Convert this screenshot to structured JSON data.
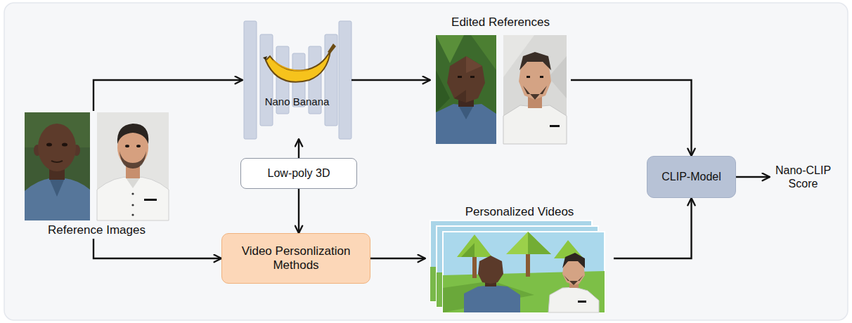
{
  "diagram": {
    "nodes": [
      {
        "text": [
          "Reference Images"
        ]
      },
      {
        "text": [
          "Nano Banana"
        ]
      },
      {
        "text": [
          "Edited References"
        ]
      },
      {
        "text": [
          "Low-poly 3D"
        ]
      },
      {
        "text": [
          "Video Personlization Methods"
        ]
      },
      {
        "text": [
          "Personalized Videos"
        ]
      },
      {
        "text": [
          "CLIP-Model"
        ]
      },
      {
        "text": [
          "Nano-CLIP Score"
        ]
      }
    ],
    "edges": [
      {
        "from": 0,
        "to": 1,
        "arrow": "to"
      },
      {
        "from": 0,
        "to": 4,
        "arrow": "to"
      },
      {
        "from": 3,
        "to": 1,
        "arrow": "to"
      },
      {
        "from": 3,
        "to": 4,
        "arrow": "to"
      },
      {
        "from": 1,
        "to": 2,
        "arrow": "to"
      },
      {
        "from": 4,
        "to": 5,
        "arrow": "to"
      },
      {
        "from": 2,
        "to": 6,
        "arrow": "to"
      },
      {
        "from": 5,
        "to": 6,
        "arrow": "to"
      },
      {
        "from": 6,
        "to": 7,
        "arrow": "to"
      }
    ]
  }
}
